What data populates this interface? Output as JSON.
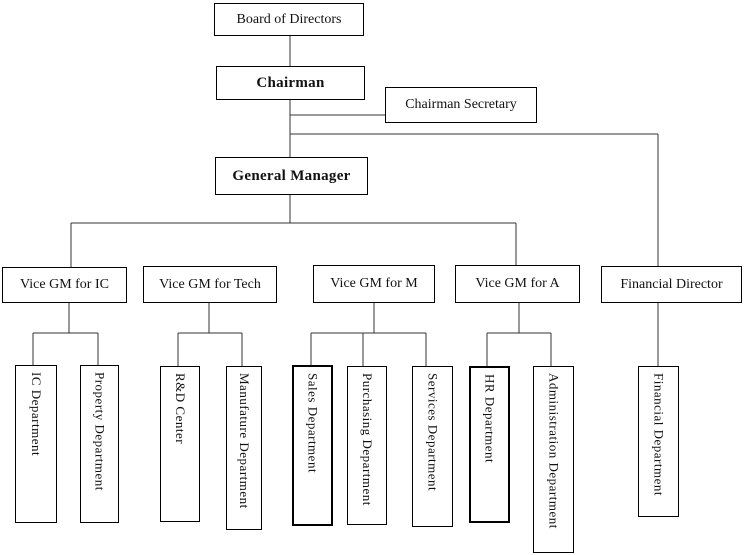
{
  "nodes": {
    "board": "Board of Directors",
    "chairman": "Chairman",
    "secretary": "Chairman Secretary",
    "gm": "General Manager",
    "vgm_ic": "Vice GM for IC",
    "vgm_tech": "Vice GM for Tech",
    "vgm_m": "Vice GM for M",
    "vgm_a": "Vice GM for A",
    "fin_dir": "Financial Director",
    "ic_dept": "IC Department",
    "property_dept": "Property Department",
    "rd_center": "R&D Center",
    "manufature_dept": "Manufature Department",
    "sales_dept": "Sales Department",
    "purchasing_dept": "Purchasing Department",
    "services_dept": "Services Department",
    "hr_dept": "HR Department",
    "admin_dept": "Administration Department",
    "financial_dept": "Financial Department"
  },
  "colors": {
    "background": "#ffffff",
    "box_border": "#000000",
    "line": "#333333",
    "text": "#111111"
  }
}
